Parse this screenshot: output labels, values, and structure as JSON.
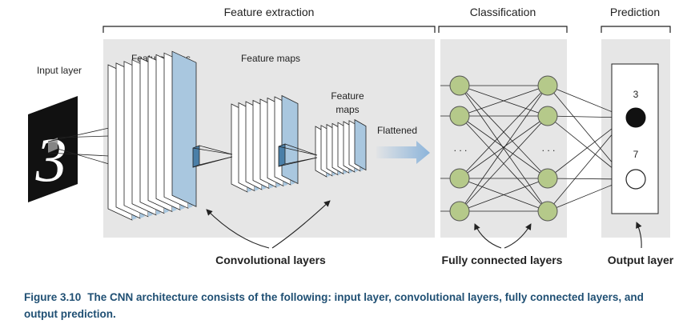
{
  "sections": {
    "feature_extraction": "Feature extraction",
    "classification": "Classification",
    "prediction": "Prediction"
  },
  "labels": {
    "input_layer": "Input layer",
    "feature_maps_1": "Feature maps",
    "feature_maps_2": "Feature maps",
    "feature_maps_3_line1": "Feature",
    "feature_maps_3_line2": "maps",
    "flattened": "Flattened",
    "dots_left": ". . .",
    "dots_right": ". . .",
    "output_3": "3",
    "output_7": "7",
    "input_digit": "3",
    "conv_layers": "Convolutional layers",
    "fc_layers": "Fully connected layers",
    "output_layer": "Output layer"
  },
  "caption": {
    "label": "Figure 3.10",
    "text": "The CNN architecture consists of the following: input layer, convolutional layers, fully connected layers, and output prediction."
  },
  "colors": {
    "panel": "#e6e6e6",
    "map_fill": "#a9c7df",
    "neuron": "#b5c98a",
    "arrow": "#8cb4da",
    "caption": "#1f4f73",
    "dark": "#222222"
  }
}
